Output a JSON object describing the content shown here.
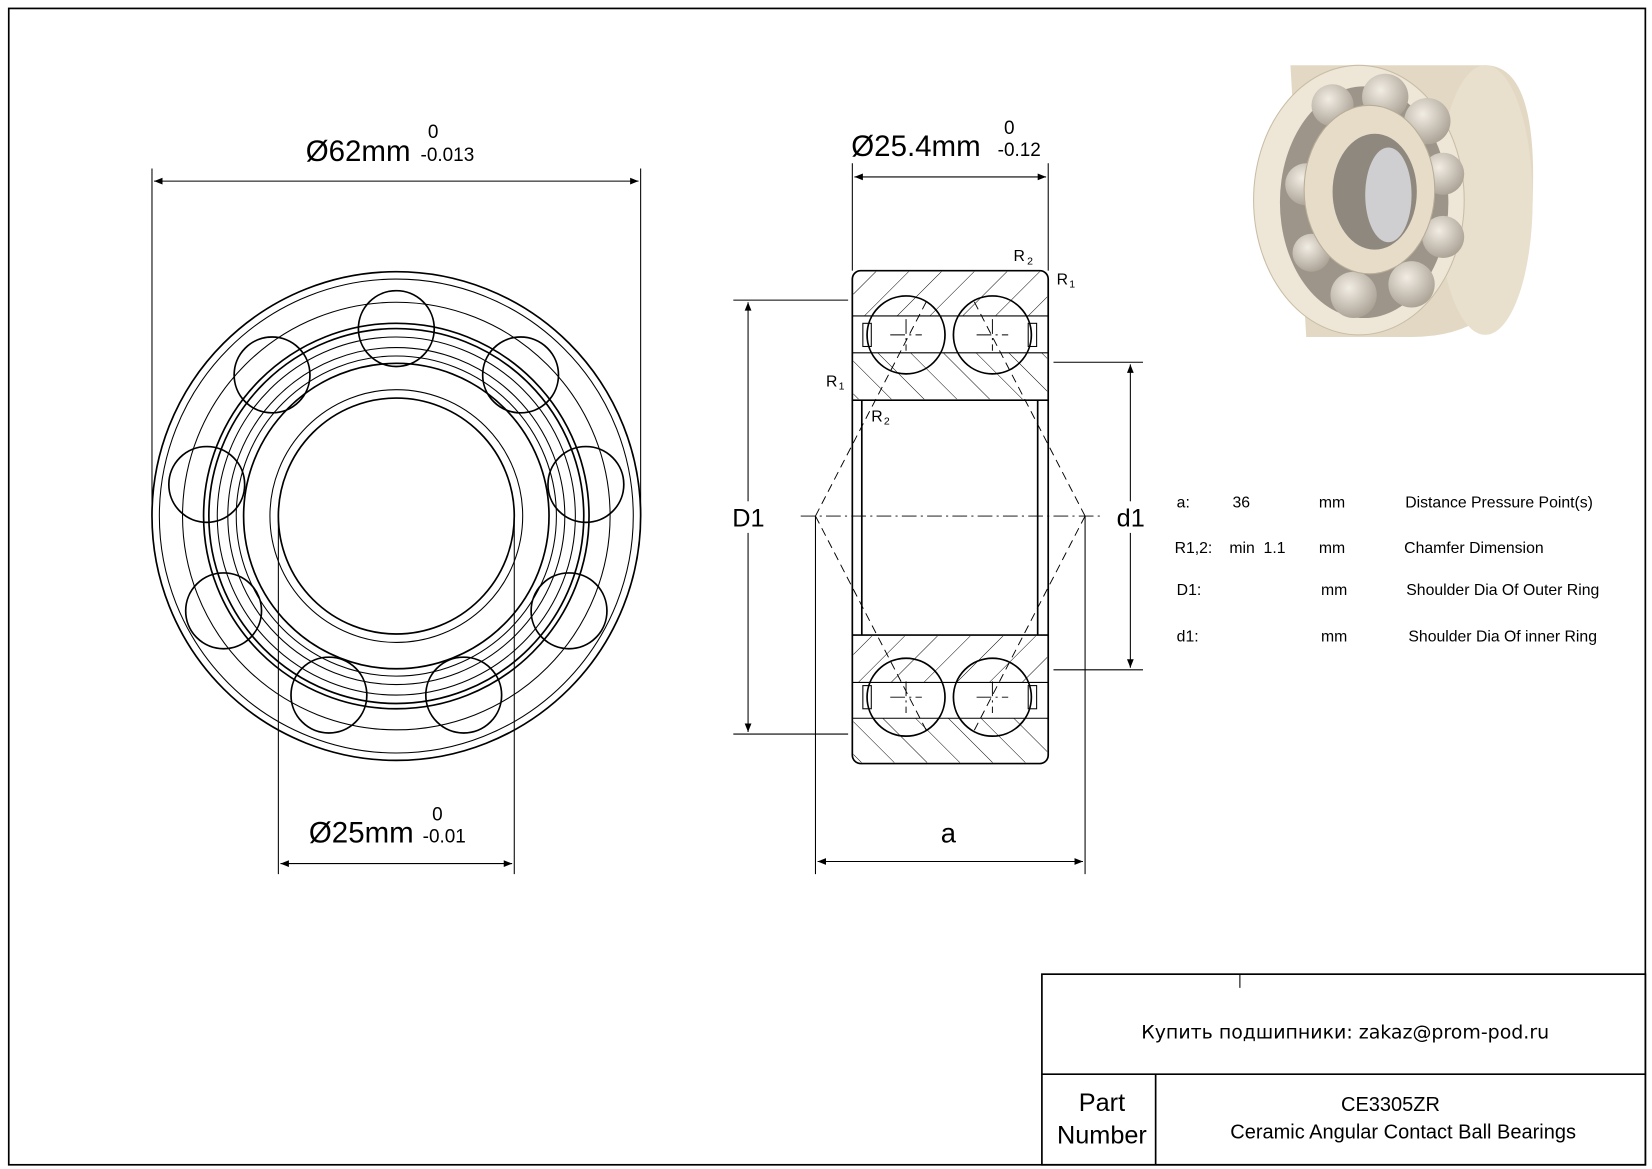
{
  "dimensions": {
    "outer_diameter": "Ø62mm",
    "outer_tol_upper": "0",
    "outer_tol_lower": "-0.013",
    "width": "Ø25.4mm",
    "width_tol_upper": "0",
    "width_tol_lower": "-0.12",
    "bore": "Ø25mm",
    "bore_tol_upper": "0",
    "bore_tol_lower": "-0.01",
    "label_D1": "D1",
    "label_d1": "d1",
    "label_a": "a",
    "r1": "R",
    "r1_sub": "1",
    "r2": "R",
    "r2_sub": "2"
  },
  "specs": [
    {
      "label": "a:",
      "value": "36",
      "unit": "mm",
      "desc": "Distance Pressure Point(s)"
    },
    {
      "label": "R1,2:",
      "value": "min  1.1",
      "unit": "mm",
      "desc": "Chamfer Dimension"
    },
    {
      "label": "D1:",
      "value": "",
      "unit": "mm",
      "desc": "Shoulder Dia Of Outer Ring"
    },
    {
      "label": "d1:",
      "value": "",
      "unit": "mm",
      "desc": "Shoulder Dia Of inner Ring"
    }
  ],
  "title_block": {
    "contact": "Купить подшипники: zakaz@prom-pod.ru",
    "part_label_1": "Part",
    "part_label_2": "Number",
    "part_number": "CE3305ZR",
    "part_desc": "Ceramic Angular Contact Ball Bearings"
  },
  "colors": {
    "ceramic": "#e6dcc8",
    "ball": "#d9d2c6"
  }
}
